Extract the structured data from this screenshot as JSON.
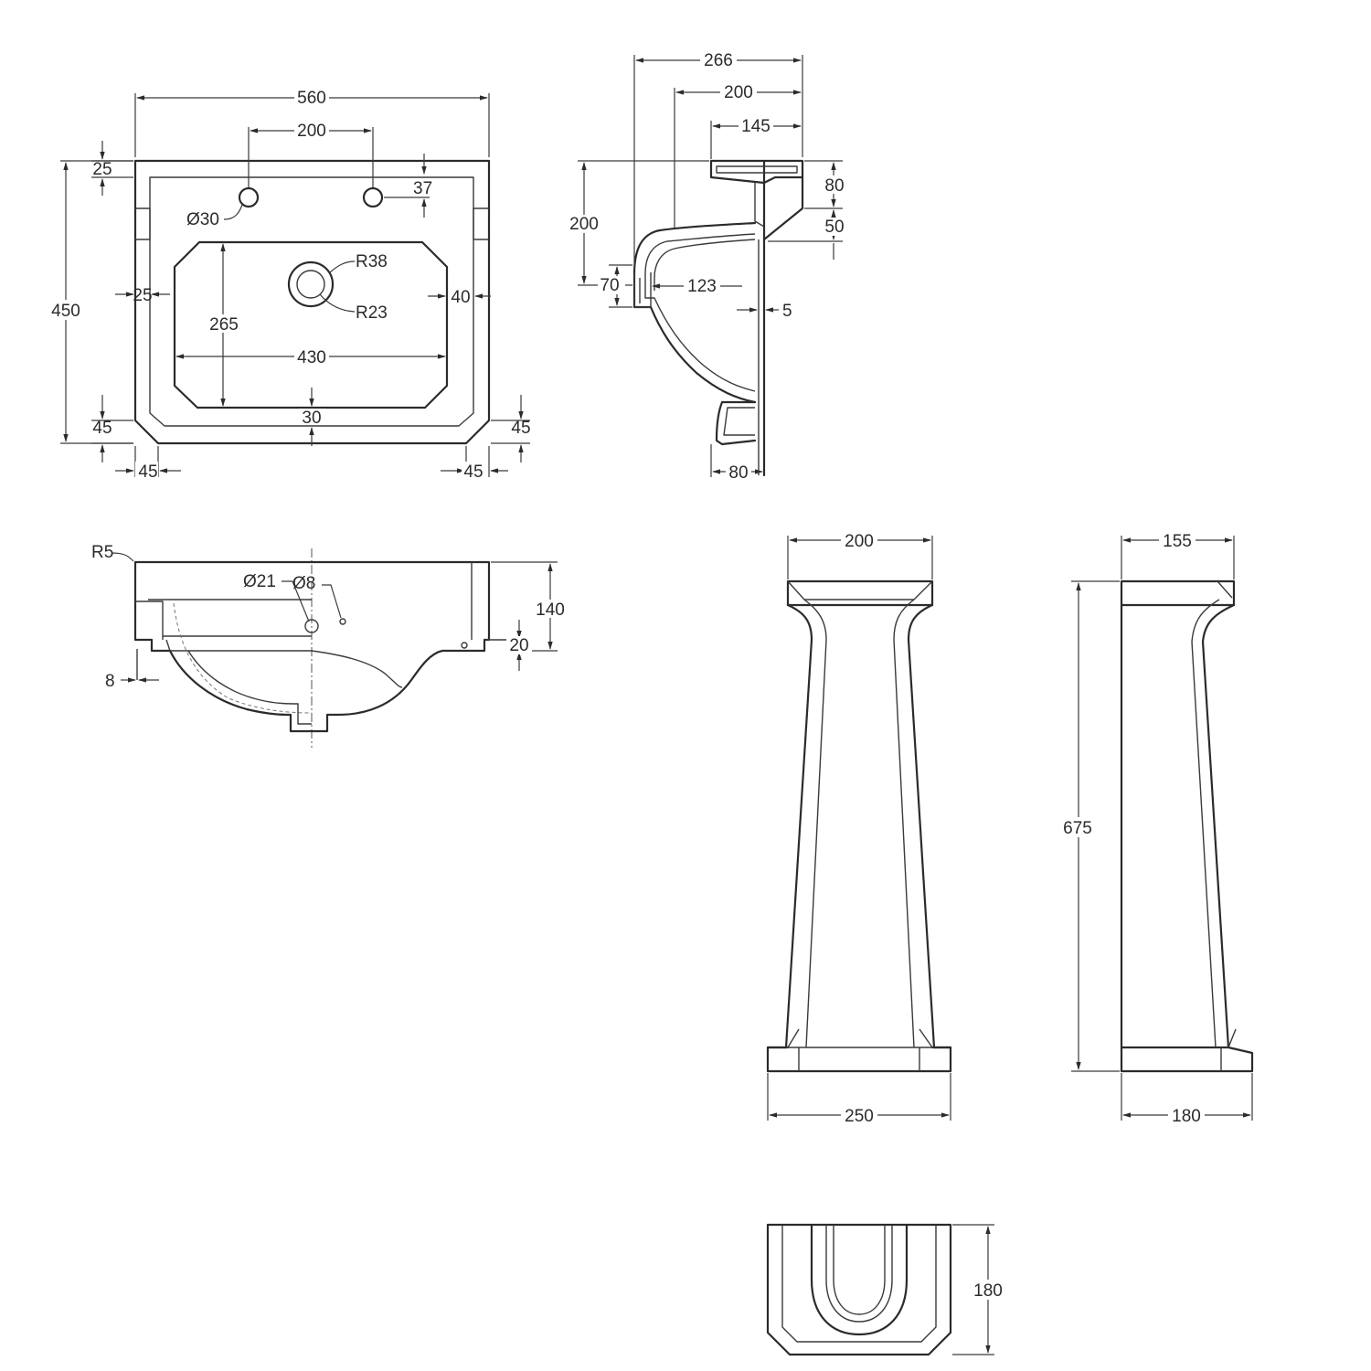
{
  "views": {
    "basin_plan": {
      "dims": {
        "overall_width": "560",
        "tap_spacing": "200",
        "back_rim": "25",
        "tap_hole_offset": "37",
        "tap_hole_dia": "Ø30",
        "waste_outer_radius": "R38",
        "waste_inner_radius": "R23",
        "overall_depth": "450",
        "left_rim": "25",
        "right_rim": "40",
        "bowl_depth": "265",
        "bowl_width": "430",
        "front_rim": "30",
        "chamfer_left_v": "45",
        "chamfer_right_v": "45",
        "chamfer_left_h": "45",
        "chamfer_right_h": "45"
      }
    },
    "basin_side": {
      "dims": {
        "overall_projection": "266",
        "projection_200": "200",
        "projection_145": "145",
        "height_80": "80",
        "height_50": "50",
        "height_200": "200",
        "waste_height": "70",
        "waste_offset": "123",
        "wall_gap": "5",
        "foot_depth": "80"
      }
    },
    "basin_front": {
      "dims": {
        "corner_radius": "R5",
        "overflow_dia": "Ø21",
        "small_hole_dia": "Ø8",
        "height": "140",
        "lip_height": "20",
        "lip_offset": "8"
      }
    },
    "pedestal_front": {
      "dims": {
        "top_width": "200",
        "base_width": "250"
      }
    },
    "pedestal_side": {
      "dims": {
        "top_depth": "155",
        "height": "675",
        "base_depth": "180"
      }
    },
    "pedestal_plan": {
      "dims": {
        "depth": "180"
      }
    }
  }
}
